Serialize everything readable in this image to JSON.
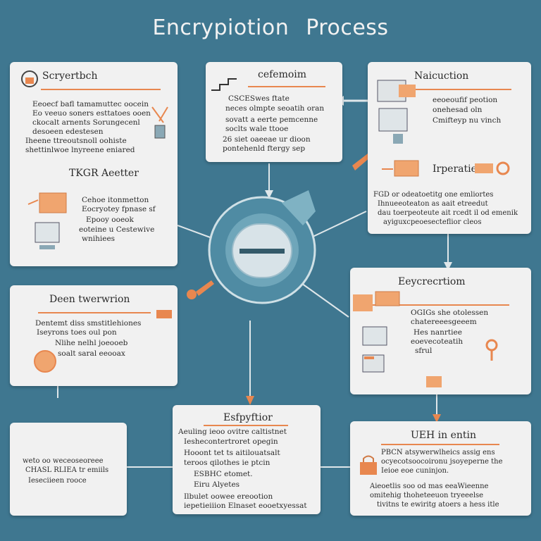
{
  "title": "Encrypiotion   Process",
  "colors": {
    "background": "#3f7790",
    "card": "#f1f1f1",
    "accent": "#e8874f",
    "hub": "#5f9bb0"
  },
  "cards": {
    "top_left": {
      "title": "Scryertbch",
      "lines": [
        "Eeoecf bafl tamamuttec oocein",
        "Eo veeuo soners esttatoes ooen",
        "ckocalt arnents Sorungecenl",
        "desoeen edestesen",
        "Iheene ttreoutsnoll oohiste",
        "shettinlwoe lnyreene eniared"
      ],
      "subtitle": "TKGR Aeetter",
      "sub_lines": [
        "Cehoe itonmetton",
        "Eocryotey fpnase sf",
        "Epooy ooeok",
        "eoteine u Cestewive",
        "wnihiees"
      ]
    },
    "top_center": {
      "title": "cefemoim",
      "lines": [
        "CSCESwes ftate",
        "neces olmpte seoatih oran",
        "sovatt a eerte pemcenne",
        "soclts wale ttooe",
        "26 siet oaeeae ur dioon",
        "pontehenld ftergy sep"
      ]
    },
    "top_right": {
      "title": "Naicuction",
      "lines": [
        "eeoeoufif peotion",
        "onehesad oln",
        "Cmifteyp nu vinch"
      ],
      "subtitle": "Irperatie",
      "sub_lines": [
        "FGD or odeatoetitg one emliortes",
        "Ihnueeoteaton as aait etreedut",
        "dau toerpeoteute ait rcedt il od emenik",
        "ayiguxcpeoesecteflior cleos"
      ]
    },
    "mid_left": {
      "title": "Deen twerwrion",
      "lines": [
        "Dentemt diss smstitlehiones",
        "Iseyrons toes oul pon",
        "Nlihe nelhl joeooeb",
        "soalt saral eeooax"
      ]
    },
    "mid_right": {
      "title": "Eeycrecrtiom",
      "lines": [
        "OGIGs she otolessen",
        "chatereeesgeeem",
        "Hes nanrtiee",
        "eoevecoteatih",
        "sfrul"
      ]
    },
    "bottom_left": {
      "lines": [
        "weto oo weceoseoreee",
        "CHASL RLIEA tr emiils",
        "Ieseciieen rooce"
      ]
    },
    "bottom_center": {
      "title": "Esfpyftior",
      "lines": [
        "Aeuling ieoo ovitre caltistnet",
        "Ieshecontertroret opegin",
        "Hooont tet ts aitilouatsalt",
        "teroos qilothes ie ptcin",
        "ESBHC etomet.",
        "Eiru Alyetes",
        "Ilbulet oowee ereootion",
        "iepetieiiion Elnaset eooetxyessat"
      ]
    },
    "bottom_right": {
      "title": "UEH in entin",
      "lines": [
        "PBCN atsywerwlheics assig ens",
        "ocyecotsoocoironu jsoyeperne the",
        "Ieioe eoe cuninjon.",
        "Aieoetlis soo od mas eeaWieenne",
        "omitehig thoheteeuon tryeeelse",
        "tivitns te ewiritg atoers a hess itle"
      ]
    }
  }
}
